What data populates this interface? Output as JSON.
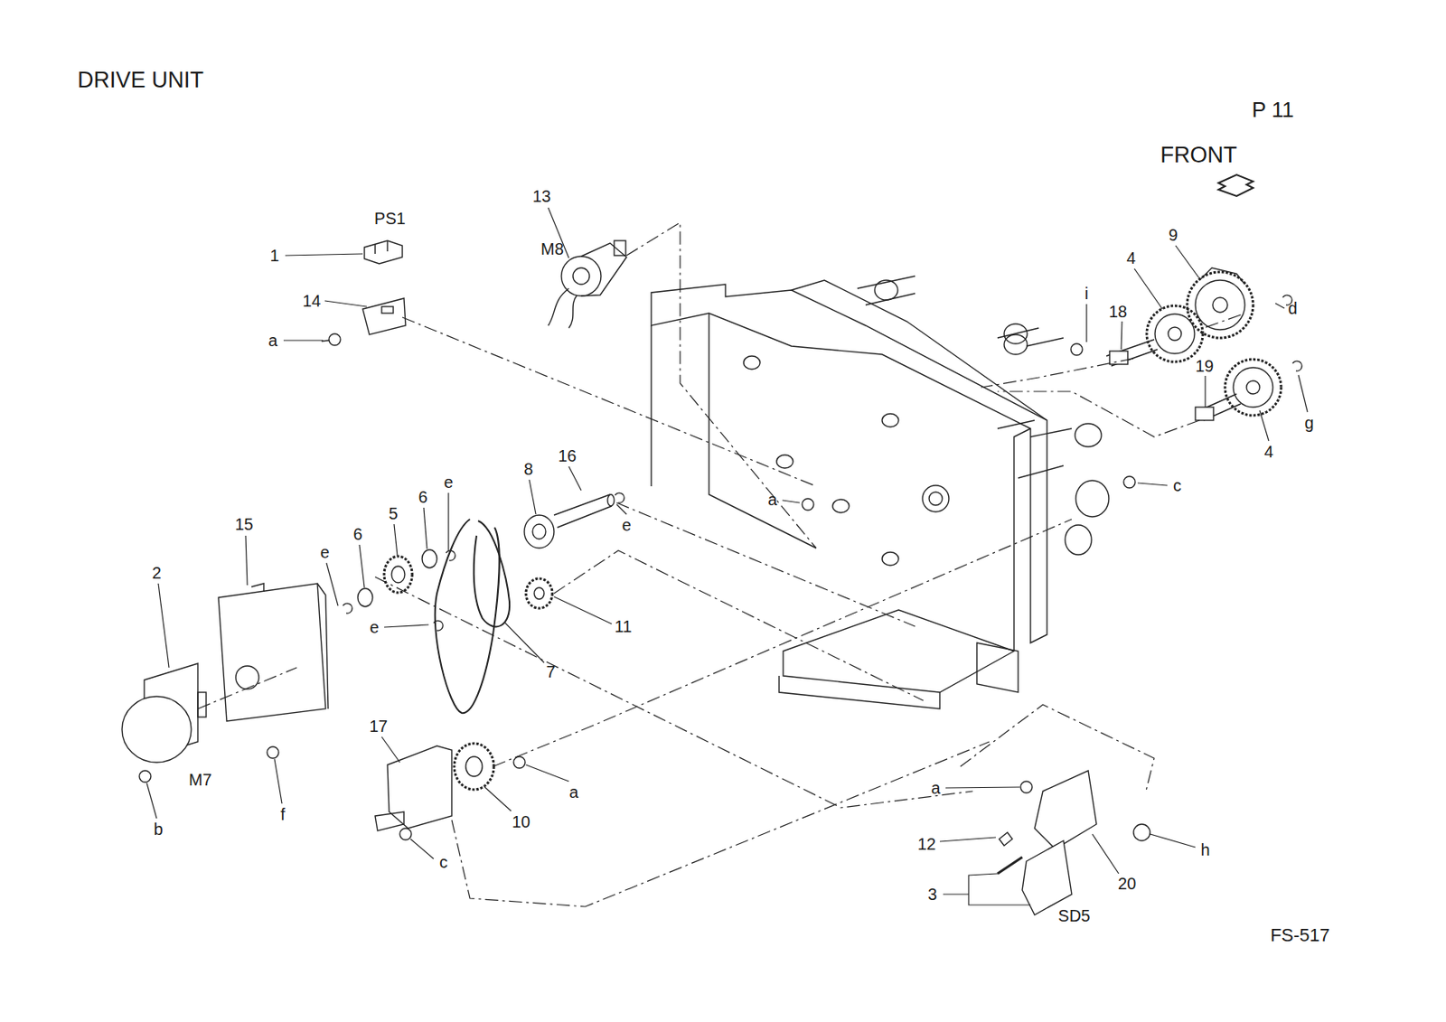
{
  "diagram": {
    "title": "DRIVE UNIT",
    "labels": [
      "P 11",
      "FRONT",
      "13",
      "M8",
      "PS1",
      "1",
      "14",
      "a",
      "9",
      "4",
      "i",
      "18",
      "d",
      "19",
      "g",
      "4",
      "c",
      "a",
      "16",
      "8",
      "e",
      "e",
      "6",
      "15",
      "6",
      "5",
      "e",
      "2",
      "e",
      "11",
      "7",
      "17",
      "a",
      "10",
      "M7",
      "b",
      "f",
      "c",
      "a",
      "12",
      "h",
      "20",
      "3",
      "SD5",
      "FS-517"
    ]
  }
}
